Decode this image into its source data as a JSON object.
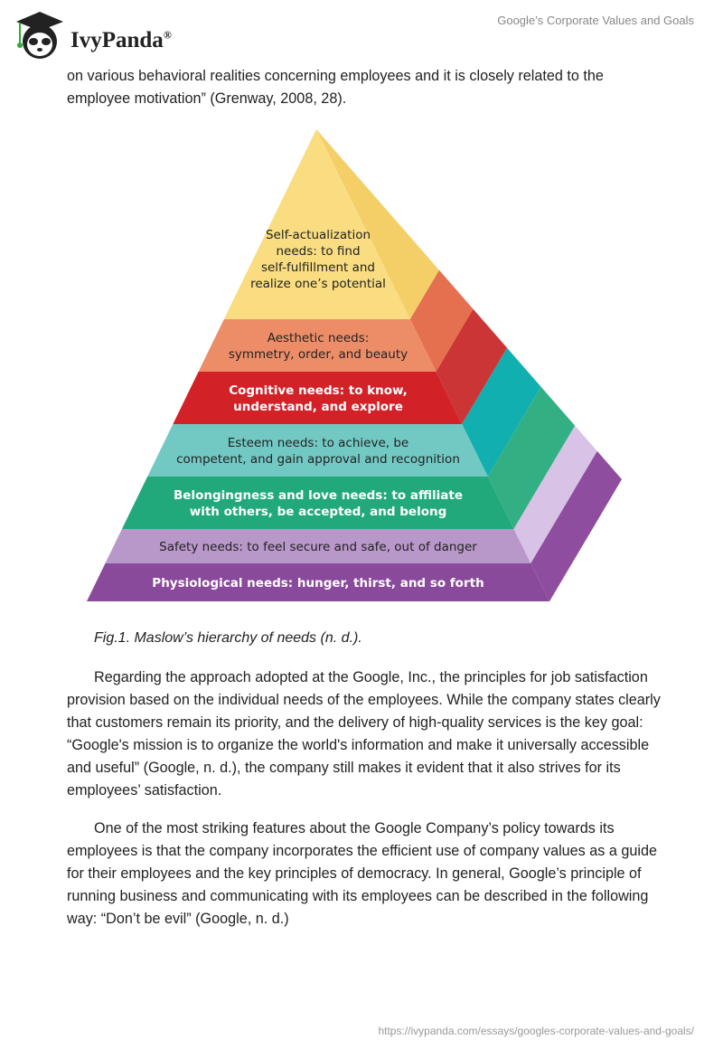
{
  "header": {
    "brand": "IvyPanda",
    "registered": "®",
    "doc_title": "Google’s Corporate Values and Goals"
  },
  "body": {
    "p0": "on various behavioral realities concerning employees and it is closely related to the employee motivation” (Grenway, 2008, 28).",
    "caption": "Fig.1. Maslow’s hierarchy of needs (n. d.).",
    "p1": "Regarding the approach adopted at the Google, Inc., the principles for job satisfaction provision based on the individual needs of the employees. While the company states clearly that customers remain its priority, and the delivery of high-quality services is the key goal: “Google's mission is to organize the world's information and make it universally accessible and useful” (Google, n. d.), the company still makes it evident that it also strives for its employees’ satisfaction.",
    "p2": "One of the most striking features about the Google Company’s policy towards its employees is that the company incorporates the efficient use of company values as a guide for their employees and the key principles of democracy. In general, Google’s principle of running business and communicating with its employees can be described in the following way: “Don’t be evil” (Google, n. d.)"
  },
  "pyramid": {
    "levels": [
      {
        "lines": [
          "Self-actualization",
          "needs: to find",
          "self-fulfillment and",
          "realize one’s potential"
        ],
        "front": "#f9dd80",
        "side": "#f4cf68",
        "text": "#222",
        "bold": false
      },
      {
        "lines": [
          "Aesthetic needs:",
          "symmetry, order, and beauty"
        ],
        "front": "#ed8d68",
        "side": "#e5704f",
        "text": "#222",
        "bold": false
      },
      {
        "lines": [
          "Cognitive needs: to know,",
          "understand, and explore"
        ],
        "front": "#d22228",
        "side": "#cc3535",
        "text": "#fff",
        "bold": true
      },
      {
        "lines": [
          "Esteem needs: to achieve, be",
          "competent, and gain approval and recognition"
        ],
        "front": "#72c9c4",
        "side": "#12afb0",
        "text": "#222",
        "bold": false
      },
      {
        "lines": [
          "Belongingness and love needs: to affiliate",
          "with others, be accepted, and belong"
        ],
        "front": "#22a97b",
        "side": "#33b083",
        "text": "#fff",
        "bold": true
      },
      {
        "lines": [
          "Safety needs: to feel secure and safe, out of danger"
        ],
        "front": "#b897c9",
        "side": "#d8c2e5",
        "text": "#222",
        "bold": false
      },
      {
        "lines": [
          "Physiological needs: hunger, thirst, and so forth"
        ],
        "front": "#8a4a9c",
        "side": "#8f4da0",
        "text": "#fff",
        "bold": true
      }
    ]
  },
  "footer": {
    "url": "https://ivypanda.com/essays/googles-corporate-values-and-goals/"
  }
}
